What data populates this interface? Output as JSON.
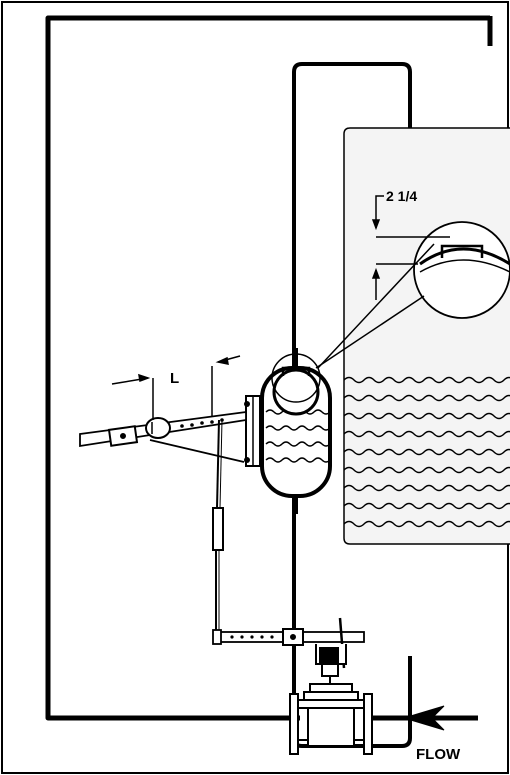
{
  "labels": {
    "dimension": "2 1/4",
    "lever_length": "L",
    "flow": "FLOW"
  },
  "colors": {
    "ink": "#000000",
    "tank_fill": "#f4f4f4",
    "background": "#ffffff"
  }
}
